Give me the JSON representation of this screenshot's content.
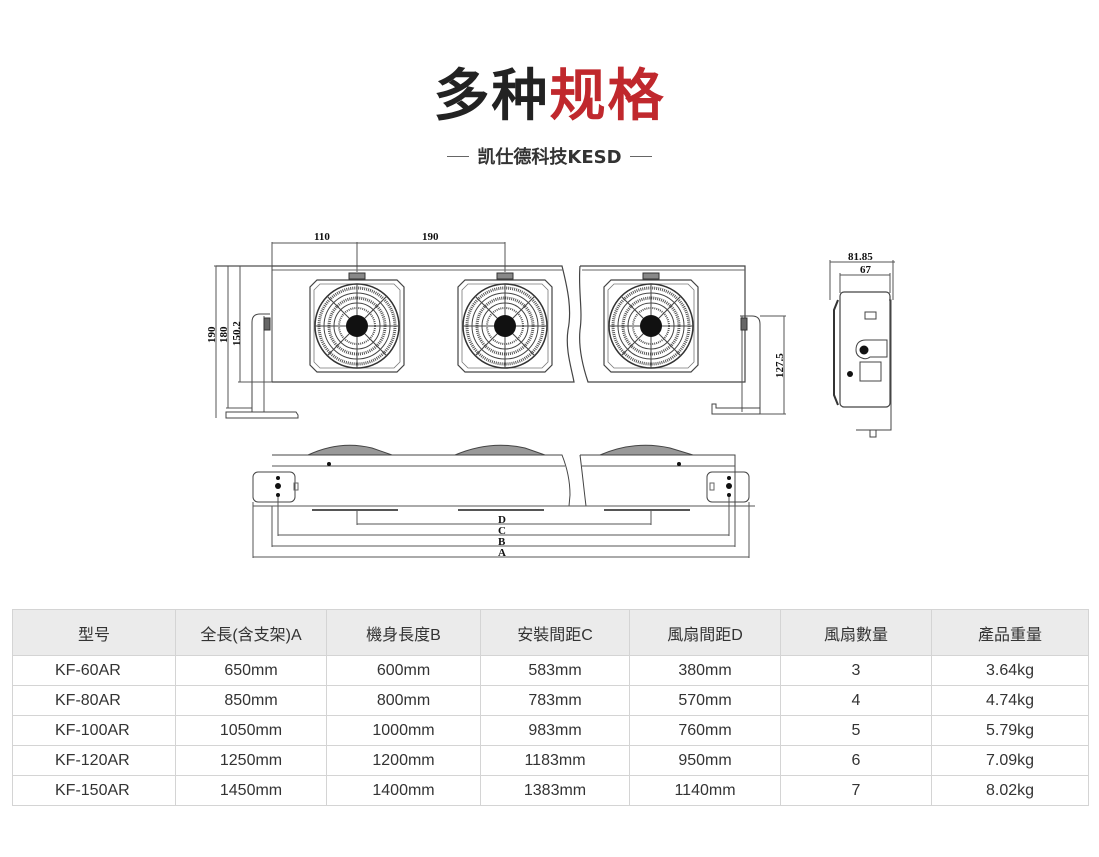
{
  "header": {
    "title_dark": "多种",
    "title_red": "规格",
    "subtitle": "凯仕德科技KESD"
  },
  "colors": {
    "accent_red": "#c0282d",
    "title_dark": "#222222",
    "header_bg": "#ebebeb"
  },
  "drawing": {
    "front_view": {
      "dim_top_1": "110",
      "dim_top_2": "190",
      "dim_h_190": "190",
      "dim_h_180": "180",
      "dim_h_150": "150.2",
      "dim_bracket": "127.5"
    },
    "side_view": {
      "dim_outer": "81.85",
      "dim_inner": "67"
    },
    "bottom_view": {
      "labels": [
        "D",
        "C",
        "B",
        "A"
      ]
    }
  },
  "table": {
    "headers": [
      "型号",
      "全長(含支架)A",
      "機身長度B",
      "安裝間距C",
      "風扇間距D",
      "風扇數量",
      "產品重量"
    ],
    "rows": [
      [
        "KF-60AR",
        "650mm",
        "600mm",
        "583mm",
        "380mm",
        "3",
        "3.64kg"
      ],
      [
        "KF-80AR",
        "850mm",
        "800mm",
        "783mm",
        "570mm",
        "4",
        "4.74kg"
      ],
      [
        "KF-100AR",
        "1050mm",
        "1000mm",
        "983mm",
        "760mm",
        "5",
        "5.79kg"
      ],
      [
        "KF-120AR",
        "1250mm",
        "1200mm",
        "1183mm",
        "950mm",
        "6",
        "7.09kg"
      ],
      [
        "KF-150AR",
        "1450mm",
        "1400mm",
        "1383mm",
        "1140mm",
        "7",
        "8.02kg"
      ]
    ]
  }
}
